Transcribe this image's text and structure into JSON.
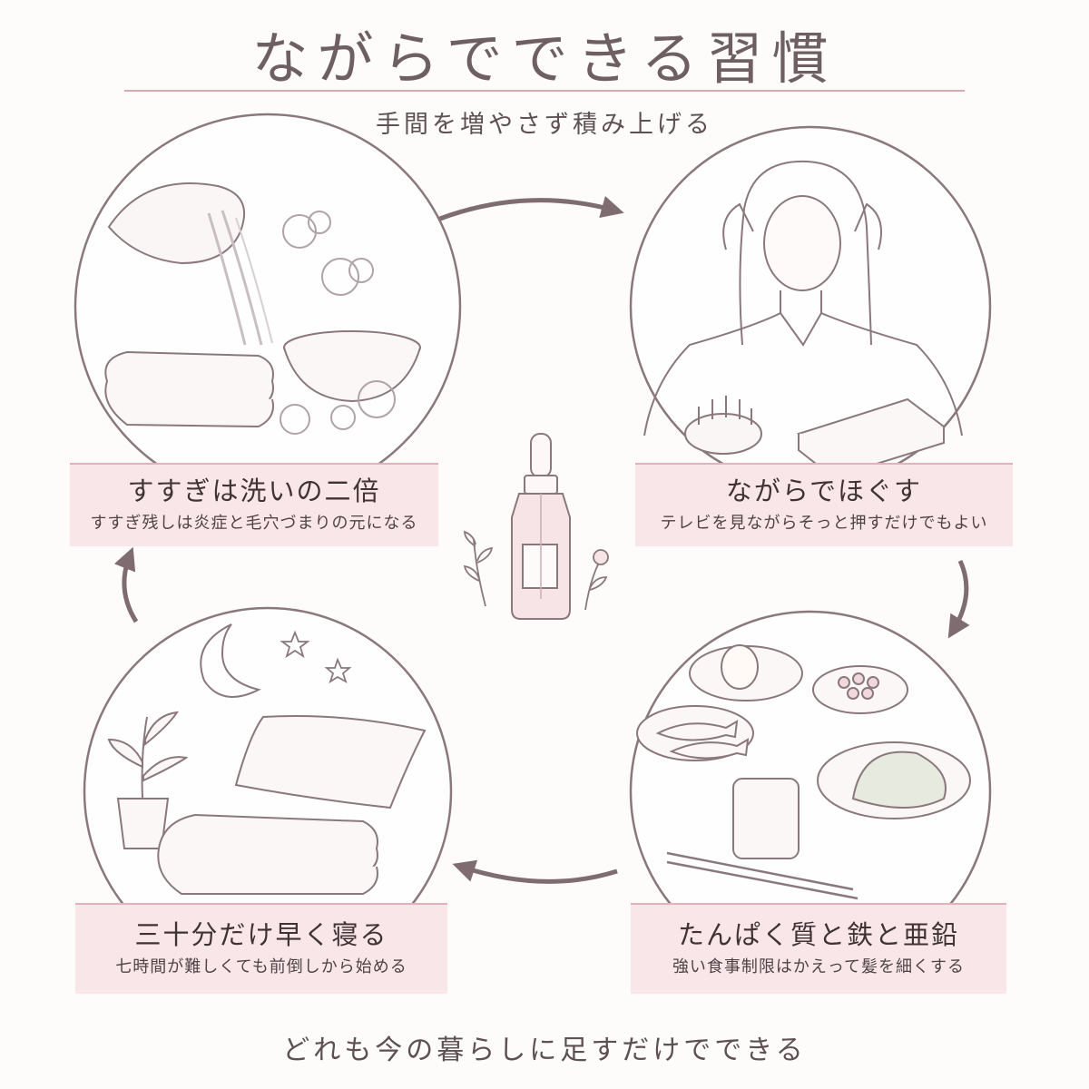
{
  "header": {
    "title": "ながらでできる習慣",
    "subtitle": "手間を増やさず積み上げる"
  },
  "cards": [
    {
      "title": "すすぎは洗いの二倍",
      "description": "すすぎ残しは炎症と毛穴づまりの元になる"
    },
    {
      "title": "ながらでほぐす",
      "description": "テレビを見ながらそっと押すだけでもよい"
    },
    {
      "title": "たんぱく質と鉄と亜鉛",
      "description": "強い食事制限はかえって髪を細くする"
    },
    {
      "title": "三十分だけ早く寝る",
      "description": "七時間が難しくても前倒しから始める"
    }
  ],
  "footer": {
    "text": "どれも今の暮らしに足すだけでできる"
  },
  "colors": {
    "accent_pink": "#d9a9b3",
    "label_bg": "#f8e6e9",
    "line": "#8a787c"
  }
}
